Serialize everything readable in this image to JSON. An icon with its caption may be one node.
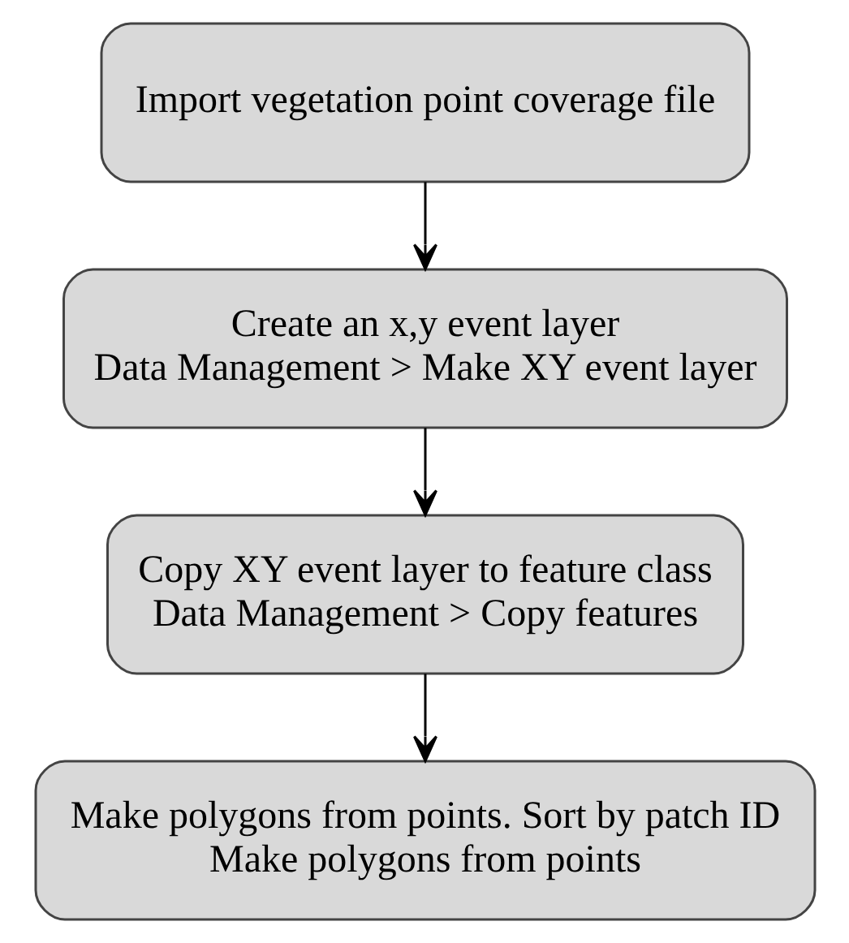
{
  "diagram": {
    "nodes": [
      {
        "text": [
          "Import vegetation point coverage file"
        ]
      },
      {
        "text": [
          "Create an x,y event layer",
          "Data Management > Make XY event layer"
        ]
      },
      {
        "text": [
          "Copy XY event layer to feature class",
          "Data Management > Copy features"
        ]
      },
      {
        "text": [
          "Make polygons from points. Sort by patch ID",
          "Make polygons from points"
        ]
      }
    ],
    "edges": [
      {
        "from": 0,
        "to": 1,
        "arrow": "to"
      },
      {
        "from": 1,
        "to": 2,
        "arrow": "to"
      },
      {
        "from": 2,
        "to": 3,
        "arrow": "to"
      }
    ]
  }
}
